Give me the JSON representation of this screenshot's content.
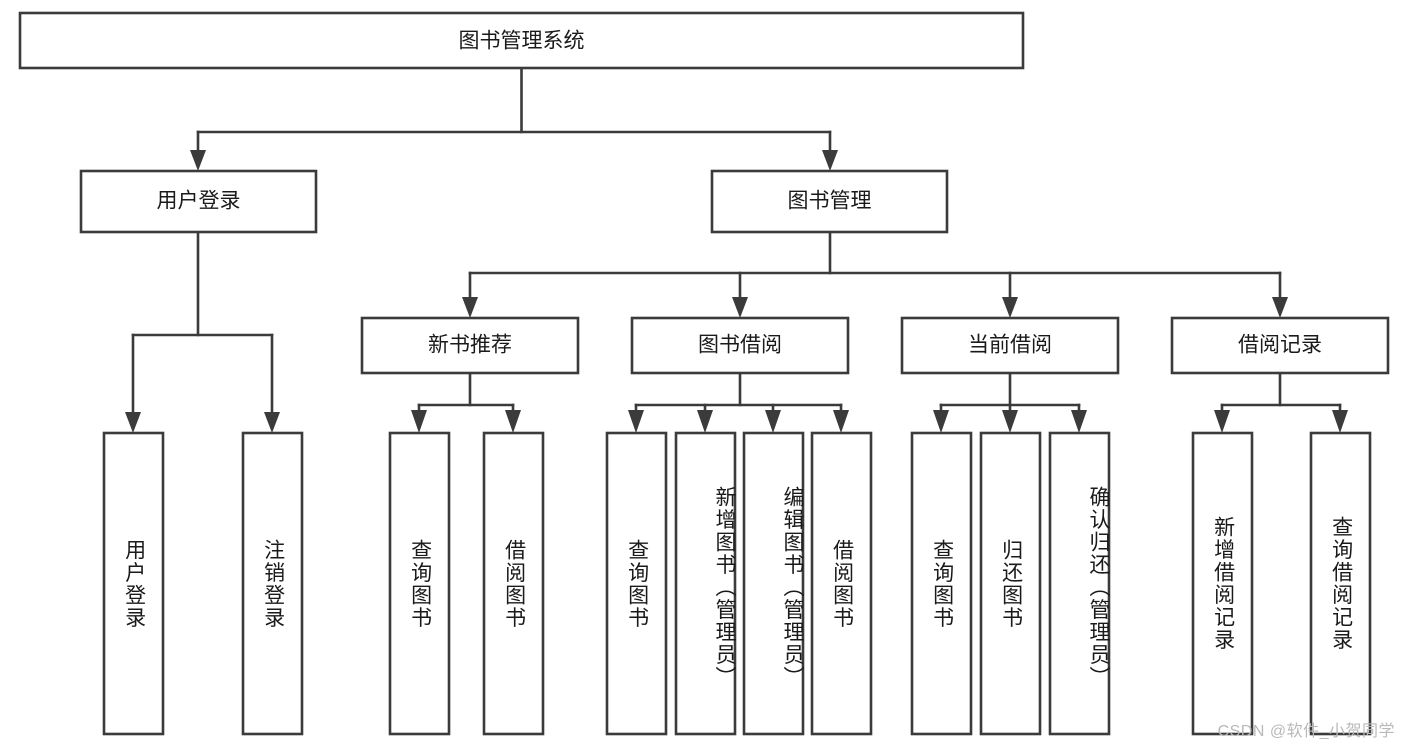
{
  "diagram": {
    "title": "图书管理系统",
    "watermark": "CSDN @软件_小贺同学",
    "type": "tree",
    "orientation": "top-down",
    "levels": [
      {
        "level": 1,
        "nodes": [
          {
            "id": "root",
            "label": "图书管理系统",
            "text_direction": "horizontal"
          }
        ]
      },
      {
        "level": 2,
        "nodes": [
          {
            "id": "user-login",
            "label": "用户登录",
            "parent": "root",
            "text_direction": "horizontal"
          },
          {
            "id": "book-manage",
            "label": "图书管理",
            "parent": "root",
            "text_direction": "horizontal"
          }
        ]
      },
      {
        "level": 3,
        "nodes": [
          {
            "id": "new-book-rec",
            "label": "新书推荐",
            "parent": "book-manage",
            "text_direction": "horizontal"
          },
          {
            "id": "book-borrow",
            "label": "图书借阅",
            "parent": "book-manage",
            "text_direction": "horizontal"
          },
          {
            "id": "current-borrow",
            "label": "当前借阅",
            "parent": "book-manage",
            "text_direction": "horizontal"
          },
          {
            "id": "borrow-record",
            "label": "借阅记录",
            "parent": "book-manage",
            "text_direction": "horizontal"
          }
        ]
      },
      {
        "level": 4,
        "nodes": [
          {
            "id": "leaf-1",
            "label": "用户登录",
            "parent": "user-login",
            "text_direction": "vertical"
          },
          {
            "id": "leaf-2",
            "label": "注销登录",
            "parent": "user-login",
            "text_direction": "vertical"
          },
          {
            "id": "leaf-3",
            "label": "查询图书",
            "parent": "new-book-rec",
            "text_direction": "vertical"
          },
          {
            "id": "leaf-4",
            "label": "借阅图书",
            "parent": "new-book-rec",
            "text_direction": "vertical"
          },
          {
            "id": "leaf-5",
            "label": "查询图书",
            "parent": "book-borrow",
            "text_direction": "vertical"
          },
          {
            "id": "leaf-6",
            "label": "新增图书（管理员）",
            "parent": "book-borrow",
            "text_direction": "vertical"
          },
          {
            "id": "leaf-7",
            "label": "编辑图书（管理员）",
            "parent": "book-borrow",
            "text_direction": "vertical"
          },
          {
            "id": "leaf-8",
            "label": "借阅图书",
            "parent": "book-borrow",
            "text_direction": "vertical"
          },
          {
            "id": "leaf-9",
            "label": "查询图书",
            "parent": "current-borrow",
            "text_direction": "vertical"
          },
          {
            "id": "leaf-10",
            "label": "归还图书",
            "parent": "current-borrow",
            "text_direction": "vertical"
          },
          {
            "id": "leaf-11",
            "label": "确认归还（管理员）",
            "parent": "current-borrow",
            "text_direction": "vertical"
          },
          {
            "id": "leaf-12",
            "label": "新增借阅记录",
            "parent": "borrow-record",
            "text_direction": "vertical"
          },
          {
            "id": "leaf-13",
            "label": "查询借阅记录",
            "parent": "borrow-record",
            "text_direction": "vertical"
          }
        ]
      }
    ],
    "colors": {
      "box_stroke": "#3b3b3b",
      "box_fill": "#ffffff",
      "text": "#1a1a1a",
      "watermark": "#b9b9b9",
      "background": "#ffffff"
    }
  }
}
